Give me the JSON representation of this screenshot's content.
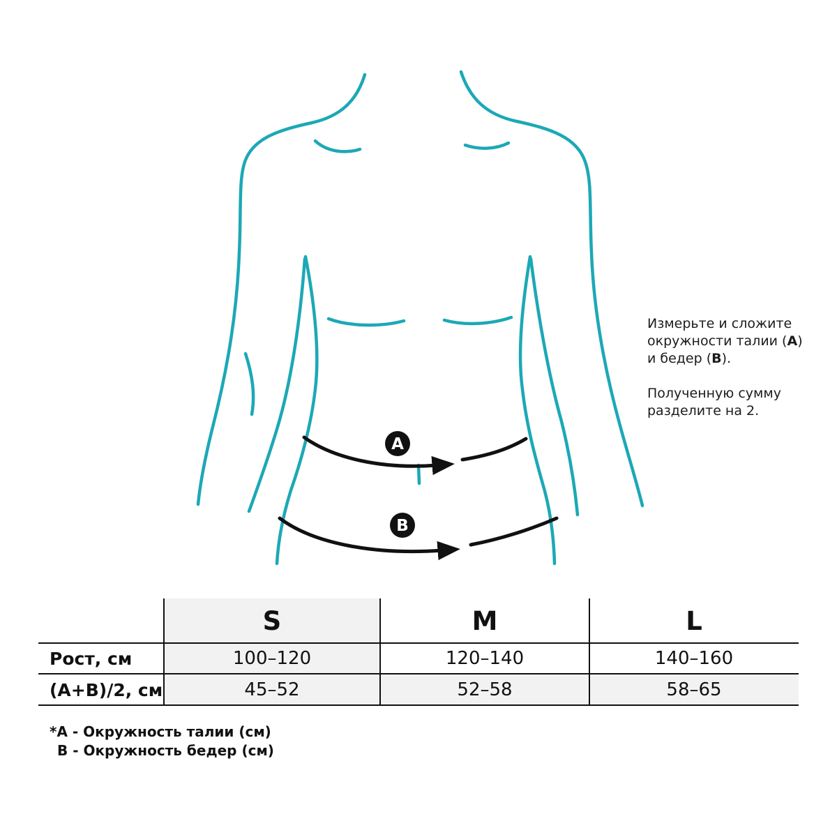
{
  "page": {
    "background": "#ffffff",
    "accent_color": "#1CA8B6",
    "ink_color": "#111111",
    "shade_color": "#f2f2f2"
  },
  "figure": {
    "illustration": "torso-outline-with-measurement-arrows",
    "waist_marker_label": "A",
    "hip_marker_label": "B"
  },
  "instructions": {
    "p1_line1": "Измерьте и сложите",
    "p1_line2_text": "окружности талии (",
    "p1_line2_bold": "A",
    "p1_line2_end": ")",
    "p1_line3_text": "и бедер (",
    "p1_line3_bold": "B",
    "p1_line3_end": ").",
    "p2_line1": "Полученную сумму",
    "p2_line2": "разделите на 2."
  },
  "size_table": {
    "size_headers": [
      "S",
      "M",
      "L"
    ],
    "rows": [
      {
        "label": "Рост, см",
        "values": [
          "100–120",
          "120–140",
          "140–160"
        ]
      },
      {
        "label": "(A+B)/2, см",
        "values": [
          "45–52",
          "52–58",
          "58–65"
        ]
      }
    ]
  },
  "footnotes": {
    "line1": "*A - Окружность талии (см)",
    "line2": "B - Окружность бедер (см)"
  }
}
